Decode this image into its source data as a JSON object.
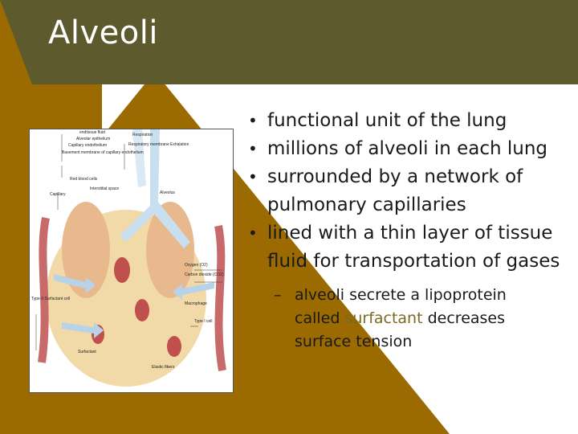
{
  "slide": {
    "title": "Alveoli",
    "colors": {
      "olive": "#5d5a2e",
      "gold": "#9b6a00",
      "accent_text": "#7a6a20"
    }
  },
  "bullets": [
    "functional unit of the lung",
    "millions of alveoli in each lung",
    "surrounded by a network of pulmonary capillaries",
    "lined with a thin layer of tissue fluid for transportation of gases"
  ],
  "sub_bullet": {
    "before": "alveoli secrete a lipoprotein called ",
    "highlight": "surfactant",
    "after": " decreases surface tension"
  },
  "figure": {
    "labels": {
      "tissue_fluid": "endtissue fluid",
      "alveolar_epithelium": "Alveolar epithelium",
      "capillary_endothelium": "Capillary endothelium",
      "basement_membrane": "Basement membrane of capillary endothelium",
      "respiration": "Respiration",
      "respiratory_membrane": "Respiratory membrane",
      "exhalation": "Exhalation",
      "red_blood_cells": "Red blood cells",
      "interstitial_space": "Interstitial space",
      "capillary": "Capillary",
      "alveolus": "Alveolus",
      "oxygen": "Oxygen (O2)",
      "carbon_dioxide": "Carbon dioxide (CO2)",
      "macrophage": "Macrophage",
      "type2": "Type II Surfactant cell",
      "type1": "Type I cell",
      "surfactant": "Surfactant",
      "elastic_fibers": "Elastic fibers"
    }
  }
}
